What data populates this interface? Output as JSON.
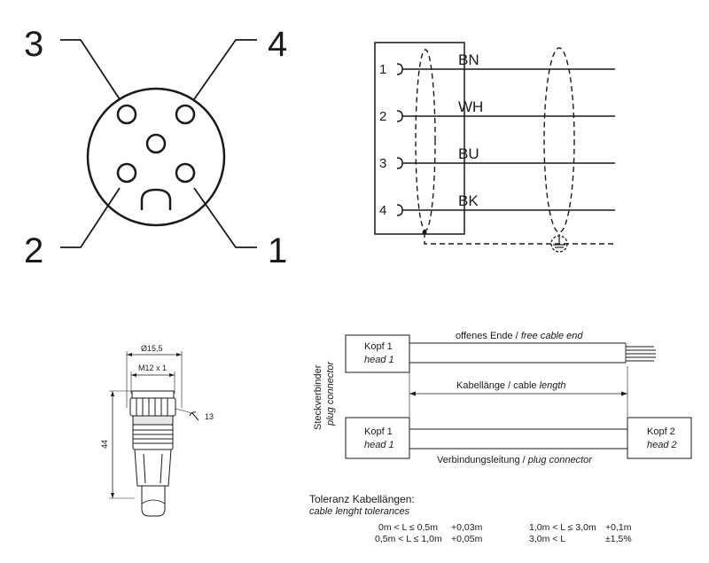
{
  "pinout": {
    "pins": [
      "1",
      "2",
      "3",
      "4"
    ]
  },
  "wiring": {
    "wires": [
      {
        "pin": "1",
        "color": "BN"
      },
      {
        "pin": "2",
        "color": "WH"
      },
      {
        "pin": "3",
        "color": "BU"
      },
      {
        "pin": "4",
        "color": "BK"
      }
    ]
  },
  "drawing": {
    "diameter": "Ø15,5",
    "thread": "M12 x 1",
    "wrench": "13",
    "length": "44"
  },
  "cable": {
    "side_de": "Steckverbinder",
    "side_en": "plug connector",
    "head1_de": "Kopf 1",
    "head1_en": "head 1",
    "head1b_de": "Kopf 1",
    "head1b_en": "head 1",
    "head2_de": "Kopf 2",
    "head2_en": "head 2",
    "free_end_de": "offenes Ende / ",
    "free_end_en": "free cable end",
    "length_de": "Kabellänge / cable ",
    "length_en": "length",
    "conn_de": "Verbindungsleitung / ",
    "conn_en": "plug connector"
  },
  "tolerances": {
    "title": "Toleranz Kabellängen:",
    "subtitle": "cable lenght tolerances",
    "rows": [
      [
        "0m < L ≤ 0,5m",
        "+0,03m",
        "1,0m < L ≤ 3,0m",
        "+0,1m"
      ],
      [
        "0,5m < L ≤ 1,0m",
        "+0,05m",
        "3,0m < L",
        "±1,5%"
      ]
    ]
  }
}
